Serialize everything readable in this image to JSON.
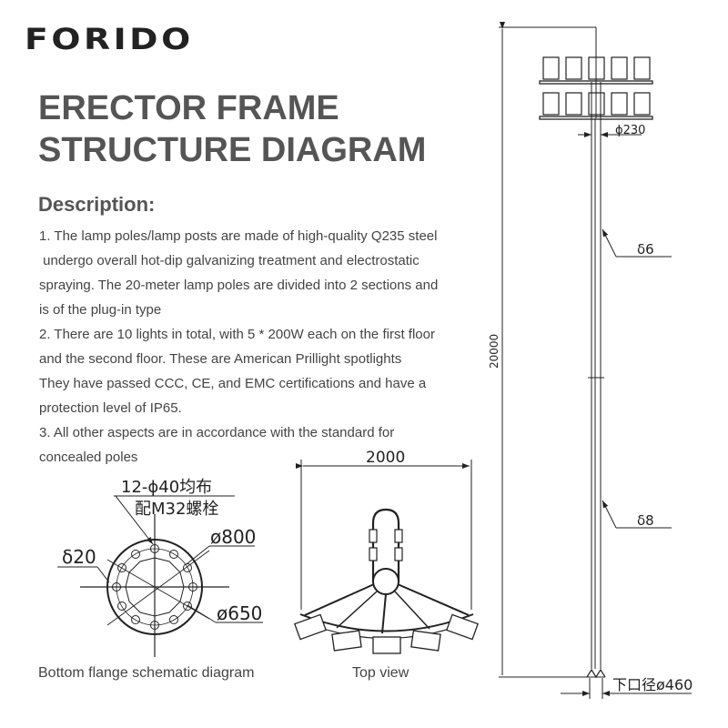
{
  "brand": {
    "logo_text": "FORIDO"
  },
  "title": {
    "line1": "ERECTOR FRAME",
    "line2": "STRUCTURE DIAGRAM"
  },
  "description": {
    "heading": "Description:",
    "lines": [
      "1. The lamp poles/lamp posts are made of high-quality Q235 steel",
      " undergo overall hot-dip galvanizing treatment and electrostatic",
      "spraying. The 20-meter lamp poles are divided into 2 sections and",
      "is of the plug-in type",
      "2. There are 10 lights in total, with 5 * 200W each on the first floor",
      "and the second floor. These are American Prillight spotlights",
      "They have passed CCC, CE, and EMC certifications and have a",
      "protection level of IP65.",
      "3. All other aspects are in accordance with the standard for",
      "concealed poles"
    ]
  },
  "flange_diagram": {
    "caption": "Bottom flange schematic diagram",
    "bolt_note_line1": "12-ϕ40均布",
    "bolt_note_line2": "配M32螺栓",
    "outer_diameter": "ø800",
    "bolt_circle_diameter": "ø650",
    "thickness": "δ20",
    "bolt_count": 12
  },
  "top_view": {
    "caption": "Top view",
    "width_dimension": "2000",
    "lamp_count": 5
  },
  "pole_elevation": {
    "height_dimension": "20000",
    "top_diameter": "ϕ230",
    "upper_wall_thickness": "δ6",
    "lower_wall_thickness": "δ8",
    "bottom_diameter": "下口径ø460",
    "lamp_rows": 2,
    "lamps_per_row": 5
  },
  "colors": {
    "text_dark": "#222222",
    "text_gray": "#555555",
    "body_text": "#444444",
    "line": "#222222"
  }
}
